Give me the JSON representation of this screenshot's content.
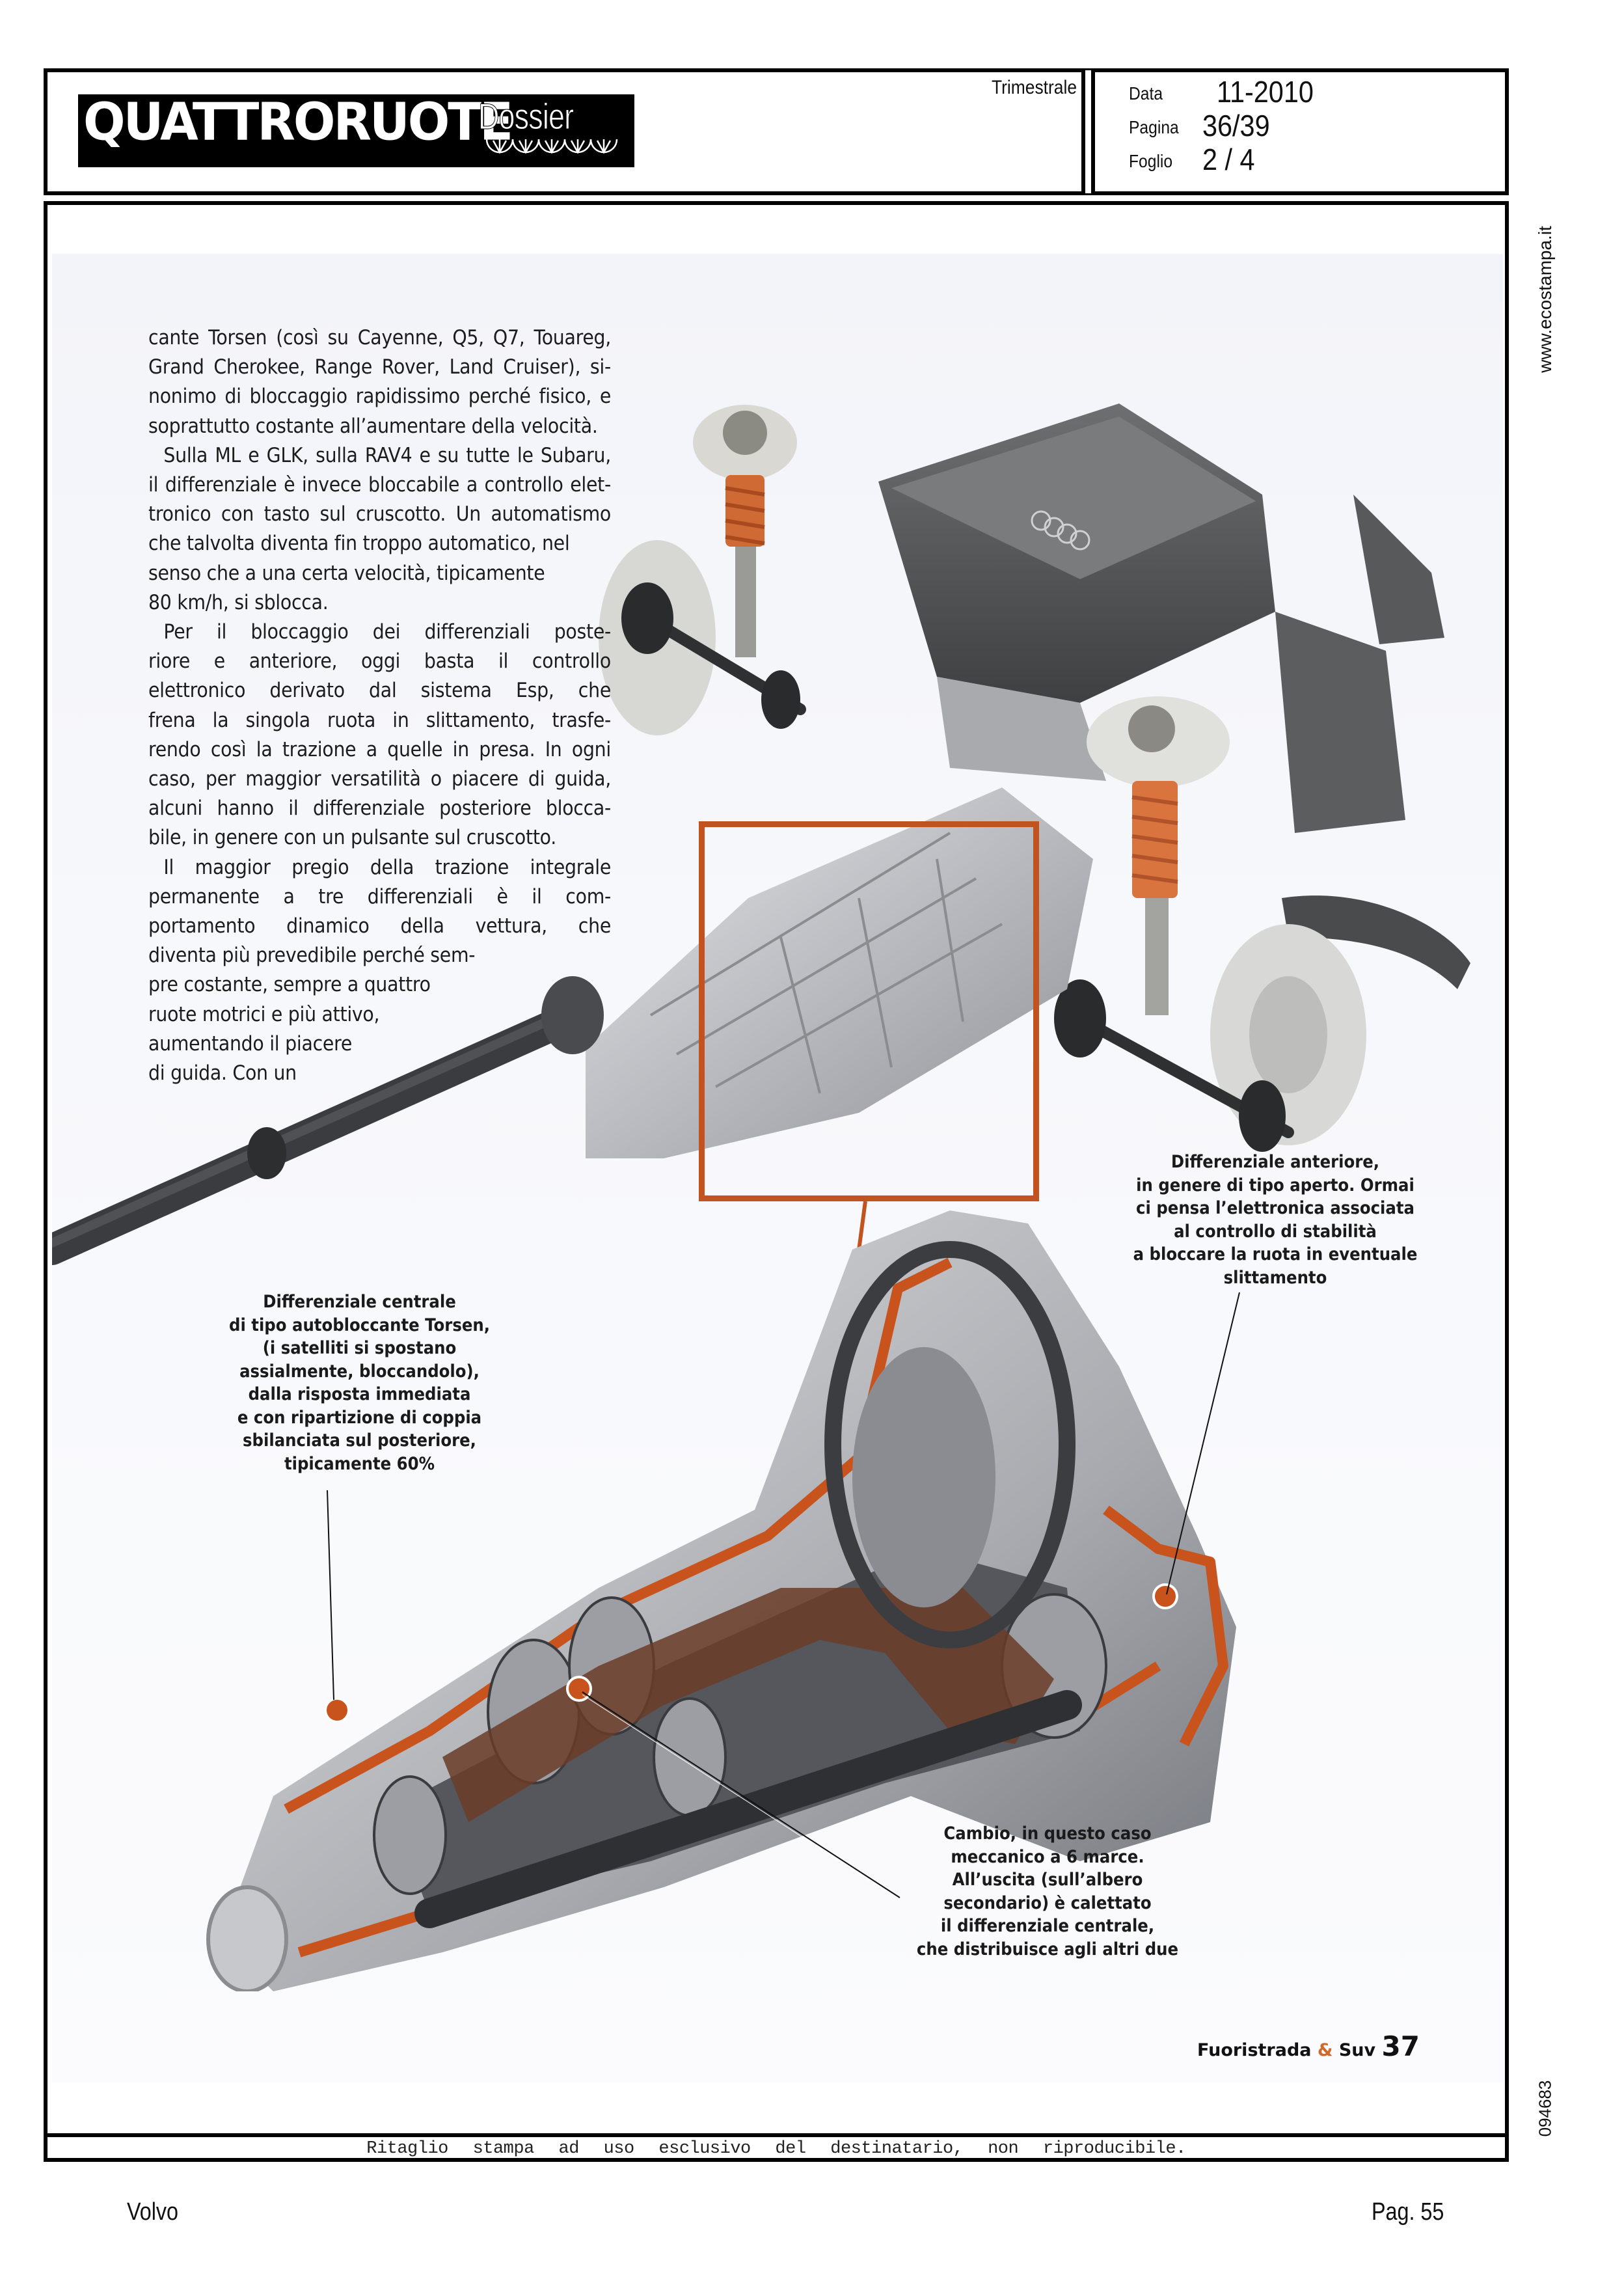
{
  "header": {
    "logo_text": "QUATTRORUOTE",
    "logo_suffix": "Dossier",
    "periodicity": "Trimestrale",
    "meta": [
      {
        "label": "Data",
        "value": "11-2010"
      },
      {
        "label": "Pagina",
        "value": "36/39"
      },
      {
        "label": "Foglio",
        "value": "2 / 4"
      }
    ]
  },
  "article": {
    "lines": [
      {
        "text": "cante Torsen (così su Cayenne, Q5, Q7, Touareg,",
        "indent": false,
        "last": false
      },
      {
        "text": "Grand Cherokee, Range Rover, Land Cruiser), si-",
        "indent": false,
        "last": false
      },
      {
        "text": "nonimo di bloccaggio rapidissimo perché fisico, e",
        "indent": false,
        "last": false
      },
      {
        "text": "soprattutto costante all’aumentare della velocità.",
        "indent": false,
        "last": true
      },
      {
        "text": "Sulla ML e GLK, sulla RAV4 e su tutte le Subaru,",
        "indent": true,
        "last": false
      },
      {
        "text": "il differenziale è invece bloccabile a controllo elet-",
        "indent": false,
        "last": false
      },
      {
        "text": "tronico con tasto sul cruscotto. Un automatismo",
        "indent": false,
        "last": false
      },
      {
        "text": "che talvolta diventa fin troppo automatico, nel",
        "indent": false,
        "last": true
      },
      {
        "text": "senso che a una certa velocità, tipicamente",
        "indent": false,
        "last": true
      },
      {
        "text": "80 km/h, si sblocca.",
        "indent": false,
        "last": true
      },
      {
        "text": "Per il bloccaggio dei differenziali poste-",
        "indent": true,
        "last": false
      },
      {
        "text": "riore e anteriore, oggi basta il controllo",
        "indent": false,
        "last": false
      },
      {
        "text": "elettronico derivato dal sistema Esp, che",
        "indent": false,
        "last": false
      },
      {
        "text": "frena la singola ruota in slittamento, trasfe-",
        "indent": false,
        "last": false
      },
      {
        "text": "rendo così la trazione a quelle in presa. In ogni",
        "indent": false,
        "last": false
      },
      {
        "text": "caso, per maggior versatilità o piacere di guida,",
        "indent": false,
        "last": false
      },
      {
        "text": "alcuni hanno il differenziale posteriore blocca-",
        "indent": false,
        "last": false
      },
      {
        "text": "bile, in genere con un pulsante sul cruscotto.",
        "indent": false,
        "last": true
      },
      {
        "text": "Il maggior pregio della trazione integrale",
        "indent": true,
        "last": false
      },
      {
        "text": "permanente a tre differenziali è il com-",
        "indent": false,
        "last": false
      },
      {
        "text": "portamento dinamico della vettura, che",
        "indent": false,
        "last": false
      },
      {
        "text": "diventa più prevedibile perché sem-",
        "indent": false,
        "last": true
      },
      {
        "text": "pre costante, sempre a quattro",
        "indent": false,
        "last": true
      },
      {
        "text": "ruote motrici e più attivo,",
        "indent": false,
        "last": true
      },
      {
        "text": "aumentando il piacere",
        "indent": false,
        "last": true
      },
      {
        "text": "di guida. Con un",
        "indent": false,
        "last": true
      }
    ]
  },
  "captions": {
    "front_differential": [
      "Differenziale anteriore,",
      "in genere di tipo aperto. Ormai",
      "ci pensa l’elettronica associata",
      "al controllo di stabilità",
      "a bloccare la ruota in eventuale",
      "slittamento"
    ],
    "center_differential": [
      "Differenziale centrale",
      "di tipo autobloccante Torsen,",
      "(i satelliti si spostano",
      "assialmente, bloccandolo),",
      "dalla risposta immediata",
      "e con ripartizione di coppia",
      "sbilanciata sul posteriore,",
      "tipicamente 60%"
    ],
    "gearbox": [
      "Cambio, in questo caso",
      "meccanico a 6 marce.",
      "All’uscita (sull’albero",
      "secondario) è calettato",
      "il differenziale centrale,",
      "che distribuisce agli altri due"
    ]
  },
  "magazine_footer": {
    "section_a": "Fuoristrada",
    "ampersand": "&",
    "section_b": "Suv",
    "page_number": "37"
  },
  "footer": {
    "notice": "Ritaglio stampa ad uso esclusivo del destinatario, non riproducibile.",
    "client": "Volvo",
    "page": "Pag. 55"
  },
  "side": {
    "url": "www.ecostampa.it",
    "id": "094683"
  },
  "colors": {
    "accent_orange": "#c2531f",
    "marker_orange": "#c8531c",
    "frame": "#000000"
  }
}
